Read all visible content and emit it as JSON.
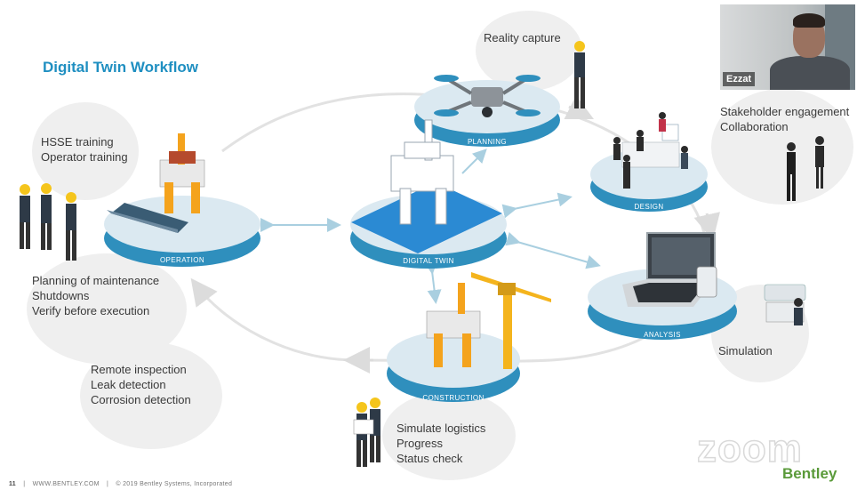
{
  "slide": {
    "title": "Digital Twin Workflow",
    "nodes": {
      "operation": "OPERATION",
      "planning": "PLANNING",
      "design": "DESIGN",
      "digital_twin": "DIGITAL TWIN",
      "analysis": "ANALYSIS",
      "construction": "CONSTRUCTION"
    },
    "captions": {
      "operation_top": [
        "HSSE training",
        "Operator training"
      ],
      "operation_bottom": [
        "Planning of maintenance",
        "Shutdowns",
        "Verify before execution"
      ],
      "inspection": [
        "Remote inspection",
        "Leak detection",
        "Corrosion detection"
      ],
      "planning": [
        "Reality capture"
      ],
      "design": [
        "Stakeholder engagement",
        "Collaboration"
      ],
      "analysis": [
        "Simulation"
      ],
      "construction": [
        "Simulate logistics",
        "Progress",
        "Status check"
      ]
    },
    "footer": {
      "page": "11",
      "site": "WWW.BENTLEY.COM",
      "copyright": "© 2019 Bentley Systems, Incorporated"
    },
    "brand": "Bentley"
  },
  "video": {
    "participant_name": "Ezzat",
    "watermark": "zoom"
  },
  "colors": {
    "title": "#1f8fc1",
    "plate_top": "#c6dce8",
    "plate_rim": "#2f8fbd",
    "arrow": "#a9cfe0",
    "cycle": "#e2e2e2",
    "brand": "#5a9a3a"
  }
}
